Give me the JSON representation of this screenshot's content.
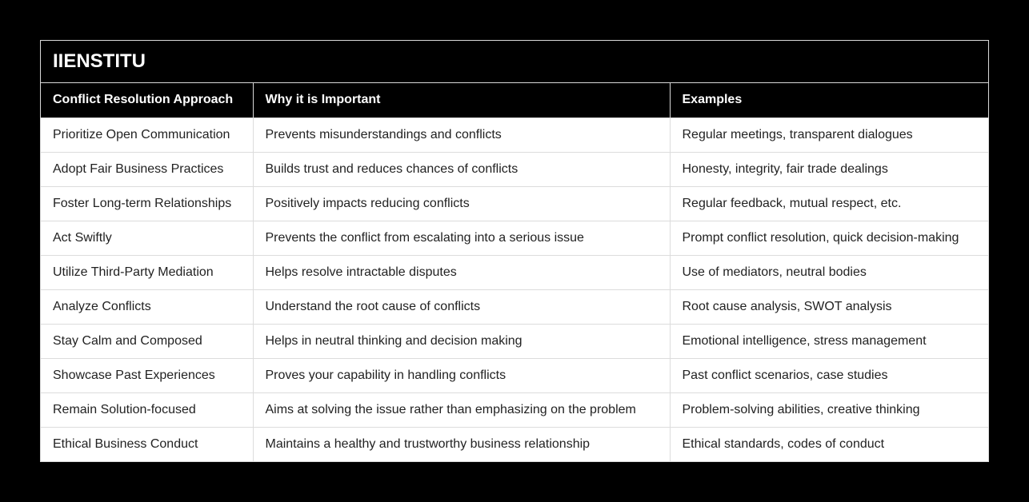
{
  "table": {
    "title": "IIENSTITU",
    "headers": [
      "Conflict Resolution Approach",
      "Why it is Important",
      "Examples"
    ],
    "rows": [
      [
        "Prioritize Open Communication",
        "Prevents misunderstandings and conflicts",
        "Regular meetings, transparent dialogues"
      ],
      [
        "Adopt Fair Business Practices",
        "Builds trust and reduces chances of conflicts",
        "Honesty, integrity, fair trade dealings"
      ],
      [
        "Foster Long-term Relationships",
        "Positively impacts reducing conflicts",
        "Regular feedback, mutual respect, etc."
      ],
      [
        "Act Swiftly",
        "Prevents the conflict from escalating into a serious issue",
        "Prompt conflict resolution, quick decision-making"
      ],
      [
        "Utilize Third-Party Mediation",
        "Helps resolve intractable disputes",
        "Use of mediators, neutral bodies"
      ],
      [
        "Analyze Conflicts",
        "Understand the root cause of conflicts",
        "Root cause analysis, SWOT analysis"
      ],
      [
        "Stay Calm and Composed",
        "Helps in neutral thinking and decision making",
        "Emotional intelligence, stress management"
      ],
      [
        "Showcase Past Experiences",
        "Proves your capability in handling conflicts",
        "Past conflict scenarios, case studies"
      ],
      [
        "Remain Solution-focused",
        "Aims at solving the issue rather than emphasizing on the problem",
        "Problem-solving abilities, creative thinking"
      ],
      [
        "Ethical Business Conduct",
        "Maintains a healthy and trustworthy business relationship",
        "Ethical standards, codes of conduct"
      ]
    ]
  },
  "colors": {
    "background": "#000000",
    "header_bg": "#000000",
    "header_text": "#ffffff",
    "cell_bg": "#ffffff",
    "cell_text": "#222222",
    "border": "#dcdcdc"
  }
}
